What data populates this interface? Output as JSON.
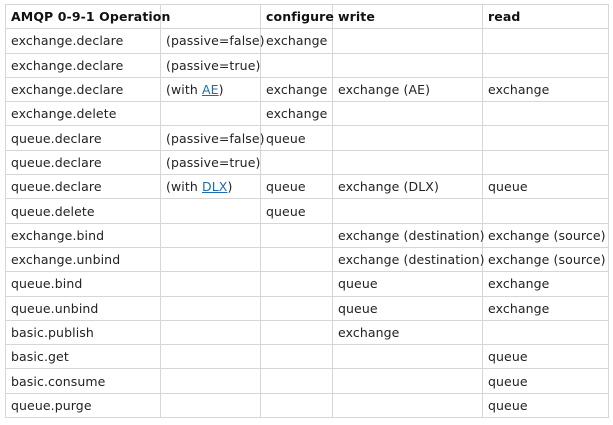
{
  "table": {
    "headers": [
      "AMQP 0-9-1 Operation",
      "",
      "configure",
      "write",
      "read"
    ],
    "rows": [
      [
        "exchange.declare",
        "(passive=false)",
        "exchange",
        "",
        ""
      ],
      [
        "exchange.declare",
        "(passive=true)",
        "",
        "",
        ""
      ],
      [
        "exchange.declare",
        {
          "prefix": "(with ",
          "link": "AE",
          "suffix": ")"
        },
        "exchange",
        "exchange (AE)",
        "exchange"
      ],
      [
        "exchange.delete",
        "",
        "exchange",
        "",
        ""
      ],
      [
        "queue.declare",
        "(passive=false)",
        "queue",
        "",
        ""
      ],
      [
        "queue.declare",
        "(passive=true)",
        "",
        "",
        ""
      ],
      [
        "queue.declare",
        {
          "prefix": "(with ",
          "link": "DLX",
          "suffix": ")"
        },
        "queue",
        "exchange (DLX)",
        "queue"
      ],
      [
        "queue.delete",
        "",
        "queue",
        "",
        ""
      ],
      [
        "exchange.bind",
        "",
        "",
        "exchange (destination)",
        "exchange (source)"
      ],
      [
        "exchange.unbind",
        "",
        "",
        "exchange (destination)",
        "exchange (source)"
      ],
      [
        "queue.bind",
        "",
        "",
        "queue",
        "exchange"
      ],
      [
        "queue.unbind",
        "",
        "",
        "queue",
        "exchange"
      ],
      [
        "basic.publish",
        "",
        "",
        "exchange",
        ""
      ],
      [
        "basic.get",
        "",
        "",
        "",
        "queue"
      ],
      [
        "basic.consume",
        "",
        "",
        "",
        "queue"
      ],
      [
        "queue.purge",
        "",
        "",
        "",
        "queue"
      ]
    ]
  },
  "colors": {
    "link": "#1f6bb0",
    "border": "#d6d6d6",
    "text": "#222222"
  }
}
